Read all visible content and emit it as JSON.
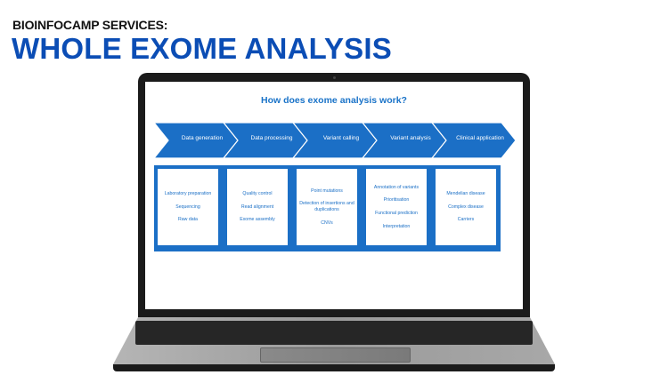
{
  "header": {
    "subtitle": "BIOINFOCAMP SERVICES:",
    "title": "WHOLE EXOME ANALYSIS"
  },
  "colors": {
    "title": "#0b4db5",
    "accent": "#1b6fc6"
  },
  "slide": {
    "question": "How does exome analysis work?",
    "steps": [
      {
        "label": "Data generation",
        "items": [
          "Laboratory preparation",
          "Sequencing",
          "Raw data"
        ]
      },
      {
        "label": "Data processing",
        "items": [
          "Quality control",
          "Read alignment",
          "Exome assembly"
        ]
      },
      {
        "label": "Variant calling",
        "items": [
          "Point mutations",
          "Detection of insertions and duplications",
          "CNVs"
        ]
      },
      {
        "label": "Variant analysis",
        "items": [
          "Annotation of variants",
          "Prioritisation",
          "Functional prediction",
          "Interpretation"
        ]
      },
      {
        "label": "Clinical application",
        "items": [
          "Mendelian disease",
          "Complex disease",
          "Carriers"
        ]
      }
    ]
  }
}
